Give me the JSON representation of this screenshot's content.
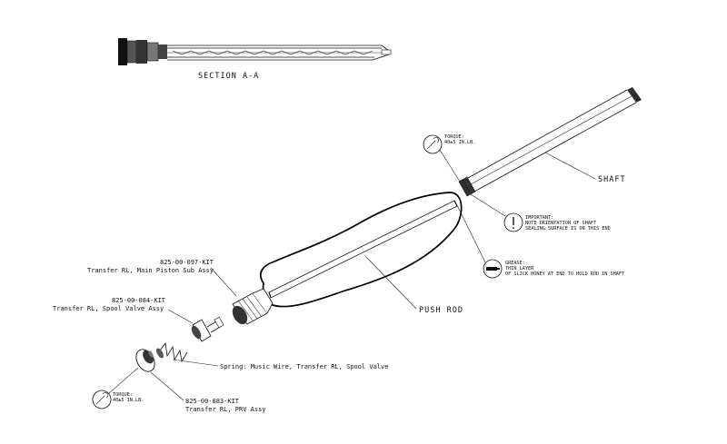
{
  "section_label": "SECTION  A-A",
  "labels": {
    "shaft": "SHAFT",
    "push_rod": "PUSH ROD",
    "torque_top_title": "TORQUE:",
    "torque_top_value": "40±5 IN.LB.",
    "torque_bottom_title": "TORQUE:",
    "torque_bottom_value": "40±5 IN.LB.",
    "important_1": "IMPORTANT:",
    "important_2": "NOTE ORIENTATION OF SHAFT",
    "important_3": "SEALING SURFACE IS ON THIS END",
    "grease_1": "GREASE:",
    "grease_2": "THIN LAYER",
    "grease_3": "OF SLICK HONEY AT END TO HOLD ROD IN SHAFT",
    "main_piston_pn": "825-00-097-KIT",
    "main_piston_desc": "Transfer RL, Main Piston Sub Assy",
    "spool_valve_pn": "825-00-084-KIT",
    "spool_valve_desc": "Transfer RL, Spool Valve Assy",
    "spring_desc": "Spring: Music Wire, Transfer RL, Spool Valve",
    "prv_pn": "825-00-083-KIT",
    "prv_desc": "Transfer RL, PRV Assy"
  },
  "icons": [
    "torque-wrench-icon",
    "important-exclamation-icon",
    "grease-tube-icon"
  ]
}
